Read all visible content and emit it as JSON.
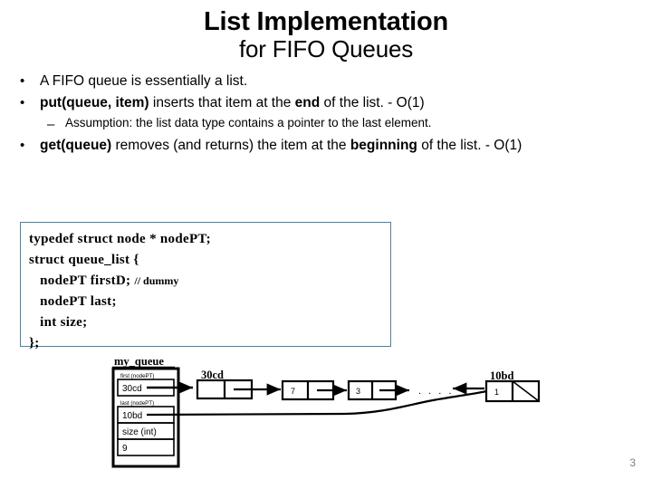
{
  "slide": {
    "title_line_1": "List Implementation",
    "title_line_2": "for FIFO Queues",
    "page_number": "3"
  },
  "bullets": [
    {
      "level": 1,
      "marker": "•",
      "parts": [
        {
          "text": "A FIFO queue is essentially a list.",
          "bold": false
        }
      ]
    },
    {
      "level": 1,
      "marker": "•",
      "parts": [
        {
          "text": "put(queue, item)",
          "bold": true
        },
        {
          "text": " inserts that item at the ",
          "bold": false
        },
        {
          "text": "end",
          "bold": true
        },
        {
          "text": " of the list.  -  O(1)",
          "bold": false
        }
      ]
    },
    {
      "level": 2,
      "marker": "–",
      "parts": [
        {
          "text": "Assumption: the list data type contains a pointer to the last element.",
          "bold": false
        }
      ]
    },
    {
      "level": 1,
      "marker": "•",
      "parts": [
        {
          "text": "get(queue)",
          "bold": true
        },
        {
          "text": " removes (and returns) the item at the ",
          "bold": false
        },
        {
          "text": "beginning",
          "bold": true
        },
        {
          "text": " of the list.   -  O(1)",
          "bold": false
        }
      ]
    }
  ],
  "code_block": {
    "border_color": "#5f7d8c",
    "lines": [
      {
        "code": "typedef struct node * nodePT;",
        "comment": ""
      },
      {
        "code": "struct queue_list {",
        "comment": ""
      },
      {
        "code": "   nodePT firstD; ",
        "comment": "// dummy"
      },
      {
        "code": "   nodePT last;",
        "comment": ""
      },
      {
        "code": "   int size;",
        "comment": ""
      },
      {
        "code": "};",
        "comment": ""
      }
    ]
  },
  "diagram": {
    "struct_label": "my_queue",
    "struct_fields": [
      {
        "field_label": "first (nodePT)",
        "value": "30cd"
      },
      {
        "field_label": "last (nodePT)",
        "value": "10bd"
      },
      {
        "field_label": "size (int)",
        "value": "9"
      }
    ],
    "node_addresses": {
      "first_node": "30cd",
      "last_node": "10bd"
    },
    "nodes": [
      {
        "value": "",
        "note": "dummy"
      },
      {
        "value": "7",
        "note": ""
      },
      {
        "value": "3",
        "note": ""
      },
      {
        "value": "....",
        "note": "ellipsis"
      },
      {
        "value": "1",
        "note": "null-next"
      }
    ]
  }
}
